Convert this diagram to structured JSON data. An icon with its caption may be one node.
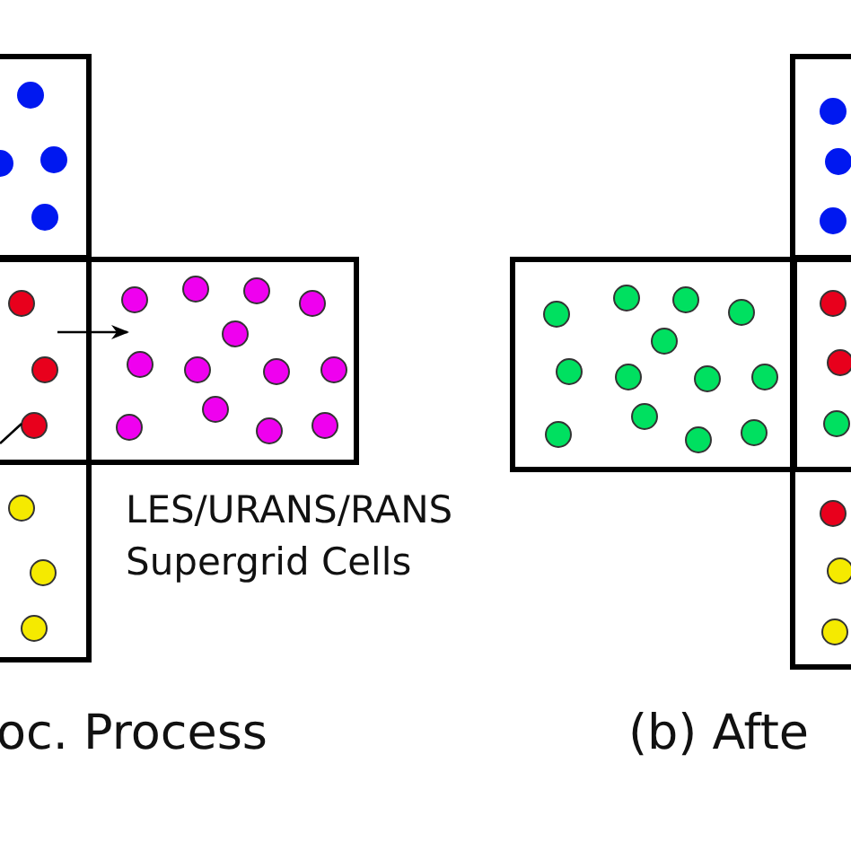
{
  "diagram": {
    "nodes": [
      {
        "text": [],
        "shape": "box"
      },
      {
        "text": [],
        "shape": "box"
      },
      {
        "text": [],
        "shape": "box"
      },
      {
        "text": [],
        "shape": "box"
      },
      {
        "text": [],
        "shape": "box"
      },
      {
        "text": [],
        "shape": "box"
      },
      {
        "text": [],
        "shape": "box"
      },
      {
        "text": [],
        "shape": "box"
      }
    ],
    "edges": [
      {
        "from": 1,
        "to": 2,
        "arrow": "to"
      },
      {
        "from": null,
        "to": 1,
        "arrow": "none"
      }
    ],
    "labels": [
      "LES/URANS/RANS Supergrid Cells",
      "oc. Process",
      "(b) Afte"
    ]
  }
}
